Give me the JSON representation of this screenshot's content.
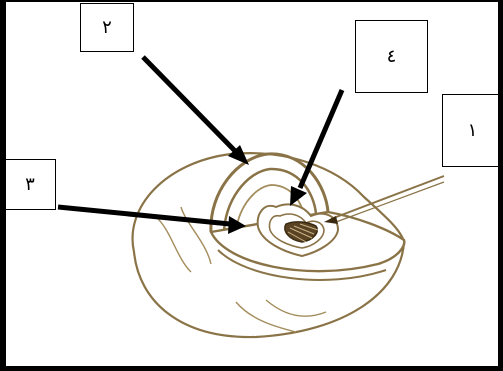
{
  "labels": {
    "one": "١",
    "two": "٢",
    "three": "٣",
    "four": "٤"
  },
  "colors": {
    "sketch": "#8a7347",
    "sketch_dark": "#3a2a12",
    "arrow": "#000000",
    "frame": "#000000"
  }
}
